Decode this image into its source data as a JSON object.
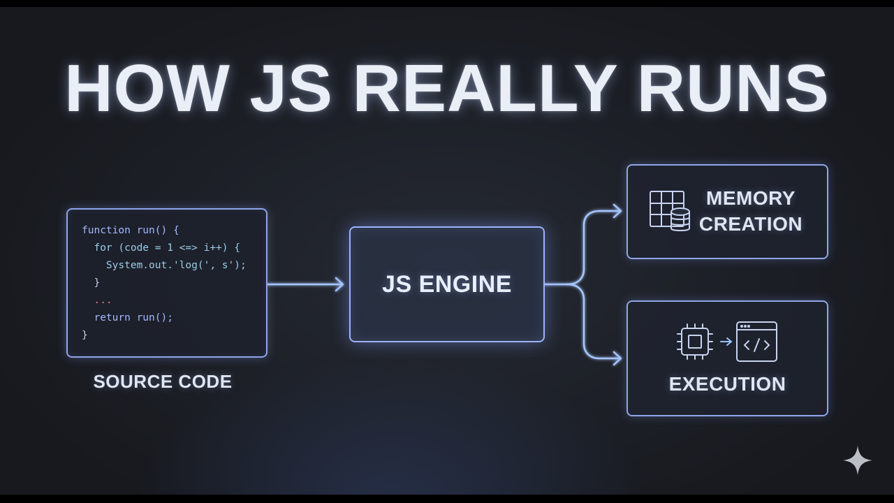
{
  "title": "HOW JS REALLY RUNS",
  "source": {
    "label": "SOURCE CODE",
    "code_lines": [
      "function run() {",
      "  for (code = 1 <=> i++) {",
      "    System.out.'log(', s');",
      "  }",
      "  ...",
      "  return run();",
      "}"
    ]
  },
  "engine": {
    "label": "JS ENGINE"
  },
  "memory": {
    "label_line1": "MEMORY",
    "label_line2": "CREATION",
    "icon": "grid-database-icon"
  },
  "execution": {
    "label": "EXECUTION",
    "icons": [
      "cpu-chip-icon",
      "arrow-right-icon",
      "code-window-icon"
    ]
  },
  "watermark_icon": "sparkle-icon",
  "colors": {
    "glow_blue": "#8ea6ea",
    "arrow_blue": "#9cc3ff",
    "title": "#e9eef7"
  }
}
